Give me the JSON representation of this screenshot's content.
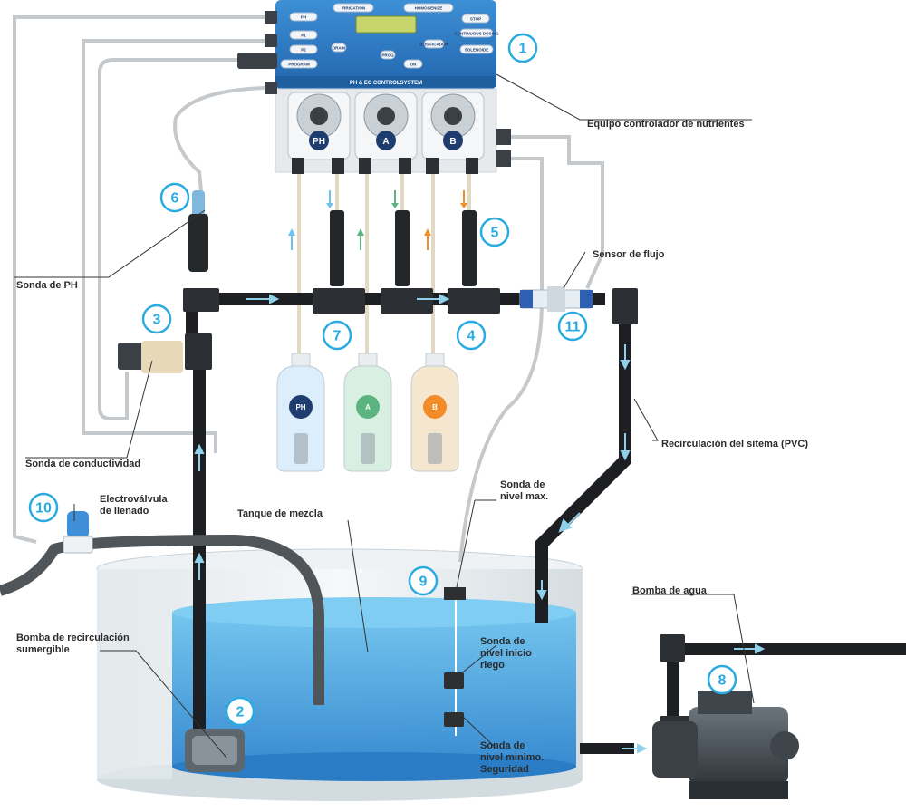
{
  "controller": {
    "header": "PH & EC CONTROLSYSTEM",
    "buttons": [
      "PH",
      "P1",
      "P2",
      "PROGRAM",
      "IRRIGATION",
      "DRAIN",
      "HOMOGENIZE",
      "STOP",
      "DOSIFICADOR",
      "CONTINUOUS DOSING",
      "SOLENOIDE",
      "PROG",
      "ON"
    ],
    "pump_labels": [
      "PH",
      "A",
      "B"
    ]
  },
  "bottles": [
    "PH",
    "A",
    "B"
  ],
  "numbers": [
    "1",
    "2",
    "3",
    "4",
    "5",
    "6",
    "7",
    "8",
    "9",
    "10",
    "11"
  ],
  "labels": {
    "controller": "Equipo controlador de nutrientes",
    "flow_sensor": "Sensor de flujo",
    "ph_probe": "Sonda de PH",
    "conductivity_probe": "Sonda de conductividad",
    "recirculation": "Recirculación del sitema (PVC)",
    "solenoid": [
      "Electroválvula",
      "de llenado"
    ],
    "mix_tank": "Tanque de mezcla",
    "level_max": [
      "Sonda de",
      "nivel max."
    ],
    "water_pump": "Bomba de agua",
    "submersible_pump": [
      "Bomba de recirculación",
      "sumergible"
    ],
    "level_start": [
      "Sonda de",
      "nivel inicio",
      "riego"
    ],
    "level_min": [
      "Sonda de",
      "nivel minimo.",
      "Seguridad"
    ]
  },
  "colors": {
    "accent": "#29abe2",
    "panel": "#2d7bc4",
    "pipe": "#1d1f22",
    "water": "#4aa6df",
    "ph": "#1f3c6e",
    "a": "#5bb37f",
    "b": "#f28c28"
  }
}
